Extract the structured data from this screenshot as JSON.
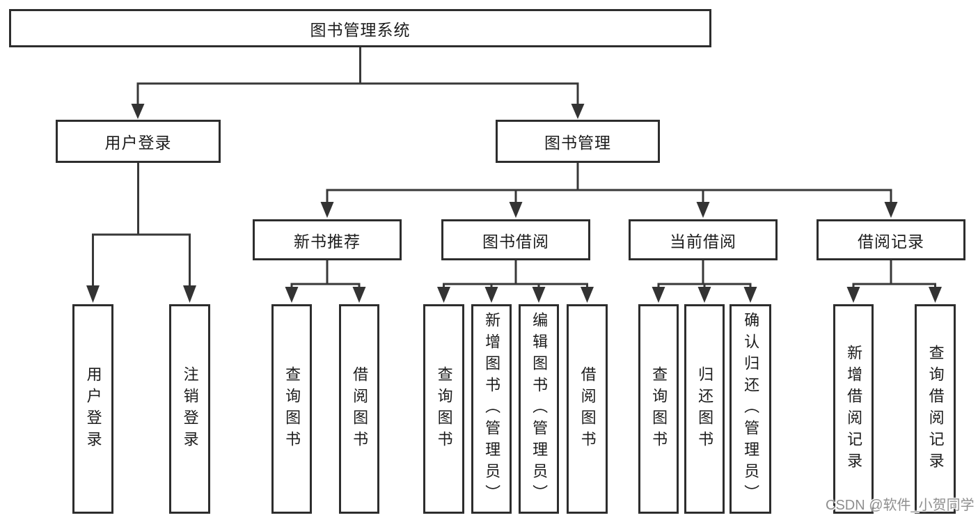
{
  "diagram": {
    "nodes": {
      "root": {
        "label": "图书管理系统"
      },
      "user_login": {
        "label": "用户登录"
      },
      "book_mgmt": {
        "label": "图书管理"
      },
      "new_book_rec": {
        "label": "新书推荐"
      },
      "book_borrow": {
        "label": "图书借阅"
      },
      "current_borrow": {
        "label": "当前借阅"
      },
      "borrow_records": {
        "label": "借阅记录"
      },
      "leaf_user_login": {
        "label": "用户登录"
      },
      "leaf_logout": {
        "label": "注销登录"
      },
      "leaf_query_book_new": {
        "label": "查询图书"
      },
      "leaf_borrow_book_new": {
        "label": "借阅图书"
      },
      "leaf_query_book_borrow": {
        "label": "查询图书"
      },
      "leaf_add_book_admin": {
        "label": "新增图书（管理员）"
      },
      "leaf_edit_book_admin": {
        "label": "编辑图书（管理员）"
      },
      "leaf_borrow_book_borrow": {
        "label": "借阅图书"
      },
      "leaf_query_book_current": {
        "label": "查询图书"
      },
      "leaf_return_book": {
        "label": "归还图书"
      },
      "leaf_confirm_return_admin": {
        "label": "确认归还（管理员）"
      },
      "leaf_add_borrow_record": {
        "label": "新增借阅记录"
      },
      "leaf_query_borrow_record": {
        "label": "查询借阅记录"
      }
    },
    "hierarchy": {
      "图书管理系统": {
        "用户登录": [
          "用户登录",
          "注销登录"
        ],
        "图书管理": {
          "新书推荐": [
            "查询图书",
            "借阅图书"
          ],
          "图书借阅": [
            "查询图书",
            "新增图书（管理员）",
            "编辑图书（管理员）",
            "借阅图书"
          ],
          "当前借阅": [
            "查询图书",
            "归还图书",
            "确认归还（管理员）"
          ],
          "借阅记录": [
            "新增借阅记录",
            "查询借阅记录"
          ]
        }
      }
    }
  },
  "watermark": {
    "text": "CSDN @软件_小贺同学",
    "color": "#8f8f8f"
  },
  "colors": {
    "background": "#ffffff",
    "box_border": "#2d2d2d",
    "line": "#383838",
    "text": "#1c1c1c"
  }
}
